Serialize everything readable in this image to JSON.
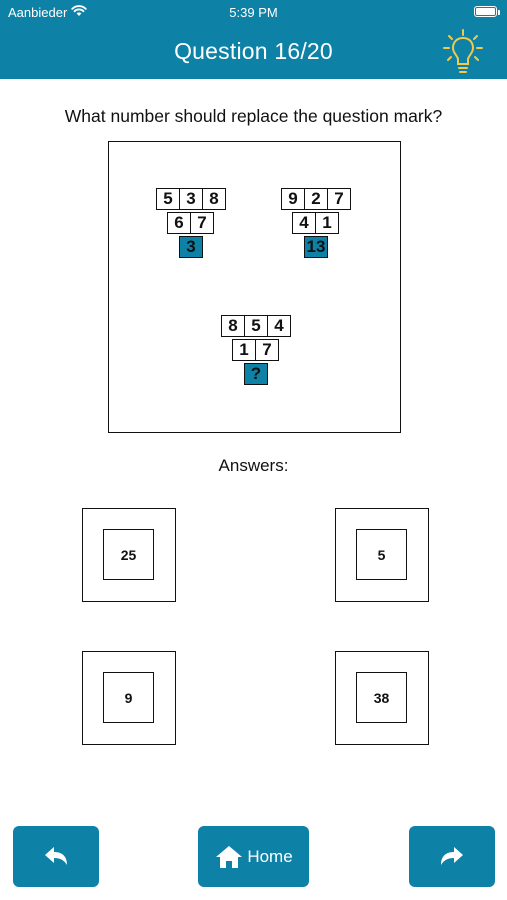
{
  "status_bar": {
    "carrier": "Aanbieder",
    "time": "5:39 PM"
  },
  "header": {
    "title": "Question 16/20",
    "hint_icon": "lightbulb-icon",
    "hint_color": "#f2c94c"
  },
  "question": {
    "text": "What number should replace the question mark?"
  },
  "puzzle": {
    "groups": [
      {
        "top": [
          "5",
          "3",
          "8"
        ],
        "middle": [
          "6",
          "7"
        ],
        "answer": "3"
      },
      {
        "top": [
          "9",
          "2",
          "7"
        ],
        "middle": [
          "4",
          "1"
        ],
        "answer": "13"
      },
      {
        "top": [
          "8",
          "5",
          "4"
        ],
        "middle": [
          "1",
          "7"
        ],
        "answer": "?"
      }
    ],
    "answer_cell_color": "#0d82a6"
  },
  "answers": {
    "label": "Answers:",
    "options": [
      "25",
      "5",
      "9",
      "38"
    ]
  },
  "footer": {
    "back_icon": "back-arrow-icon",
    "home_icon": "home-icon",
    "home_label": "Home",
    "forward_icon": "forward-arrow-icon"
  },
  "colors": {
    "primary": "#0d82a6",
    "text": "#111111",
    "background": "#ffffff"
  }
}
